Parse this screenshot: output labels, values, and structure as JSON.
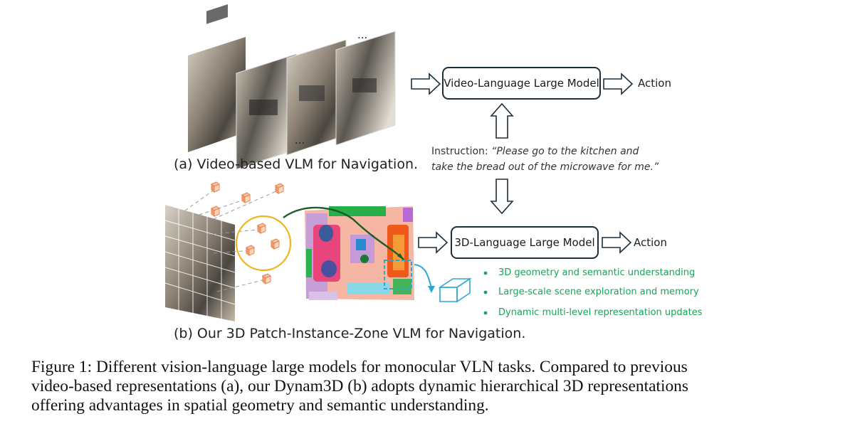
{
  "panel_a": {
    "label": "(a) Video-based VLM for Navigation.",
    "model_box": "Video-Language Large Model",
    "action": "Action",
    "ellipsis_top": "...",
    "ellipsis_bottom": "..."
  },
  "instruction": {
    "prefix": "Instruction: ",
    "line1": "“Please go to the kitchen and",
    "line2": "take the bread out of the microwave for me.”"
  },
  "panel_b": {
    "label": "(b) Our 3D Patch-Instance-Zone VLM for Navigation.",
    "model_box": "3D-Language Large Model",
    "action": "Action",
    "advantages": [
      "3D geometry and semantic understanding",
      "Large-scale scene exploration and memory",
      "Dynamic multi-level representation updates"
    ]
  },
  "caption": {
    "line1": "Figure 1: Different vision-language large models for monocular VLN tasks. Compared to previous",
    "line2": "video-based representations (a), our Dynam3D (b) adopts dynamic hierarchical 3D representations",
    "line3": "offering advantages in spatial geometry and semantic understanding."
  },
  "colors": {
    "box_border": "#1f2f3a",
    "advantage_text": "#1aa35a",
    "circle": "#f2b21c",
    "cube": "#e8834f",
    "zone": "#2aa7d6"
  }
}
